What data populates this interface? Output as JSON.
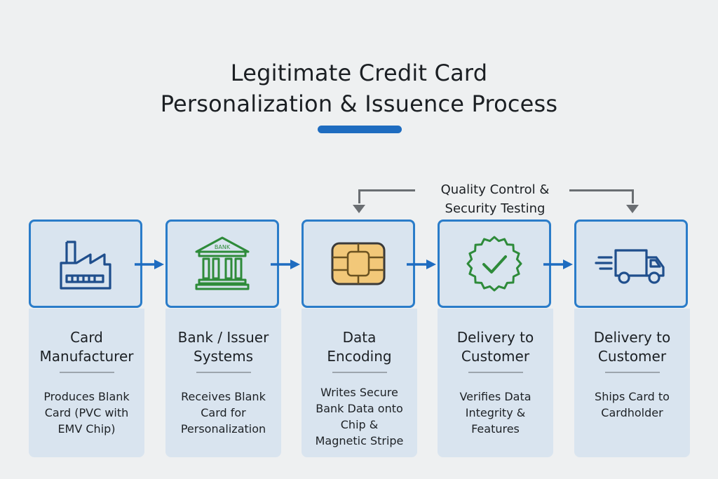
{
  "title": {
    "line1": "Legitimate Credit Card",
    "line2": "Personalization & Issuence Process"
  },
  "feedback": {
    "label_line1": "Quality Control &",
    "label_line2": "Security Testing"
  },
  "steps": [
    {
      "icon": "factory-icon",
      "title_line1": "Card",
      "title_line2": "Manufacturer",
      "desc": [
        "Produces Blank",
        "Card (PVC with",
        "EMV Chip)"
      ]
    },
    {
      "icon": "bank-icon",
      "icon_text": "BANK",
      "title_line1": "Bank / Issuer",
      "title_line2": "Systems",
      "desc": [
        "Receives Blank",
        "Card for",
        "Personalization"
      ]
    },
    {
      "icon": "chip-icon",
      "title_line1": "Data",
      "title_line2": "Encoding",
      "desc": [
        "Writes Secure",
        "Bank Data onto",
        "Chip &",
        "Magnetic Stripe"
      ]
    },
    {
      "icon": "checkmark-badge-icon",
      "title_line1": "Delivery to",
      "title_line2": "Customer",
      "desc": [
        "Verifies Data",
        "Integrity &",
        "Features"
      ]
    },
    {
      "icon": "delivery-truck-icon",
      "title_line1": "Delivery to",
      "title_line2": "Customer",
      "desc": [
        "Ships Card to",
        "Cardholder"
      ]
    }
  ],
  "colors": {
    "accent_blue": "#2a7cc9",
    "panel": "#d9e4ef",
    "bank_green": "#2e8b3a",
    "chip_gold": "#f2c879",
    "check_green": "#2e8b3a"
  }
}
